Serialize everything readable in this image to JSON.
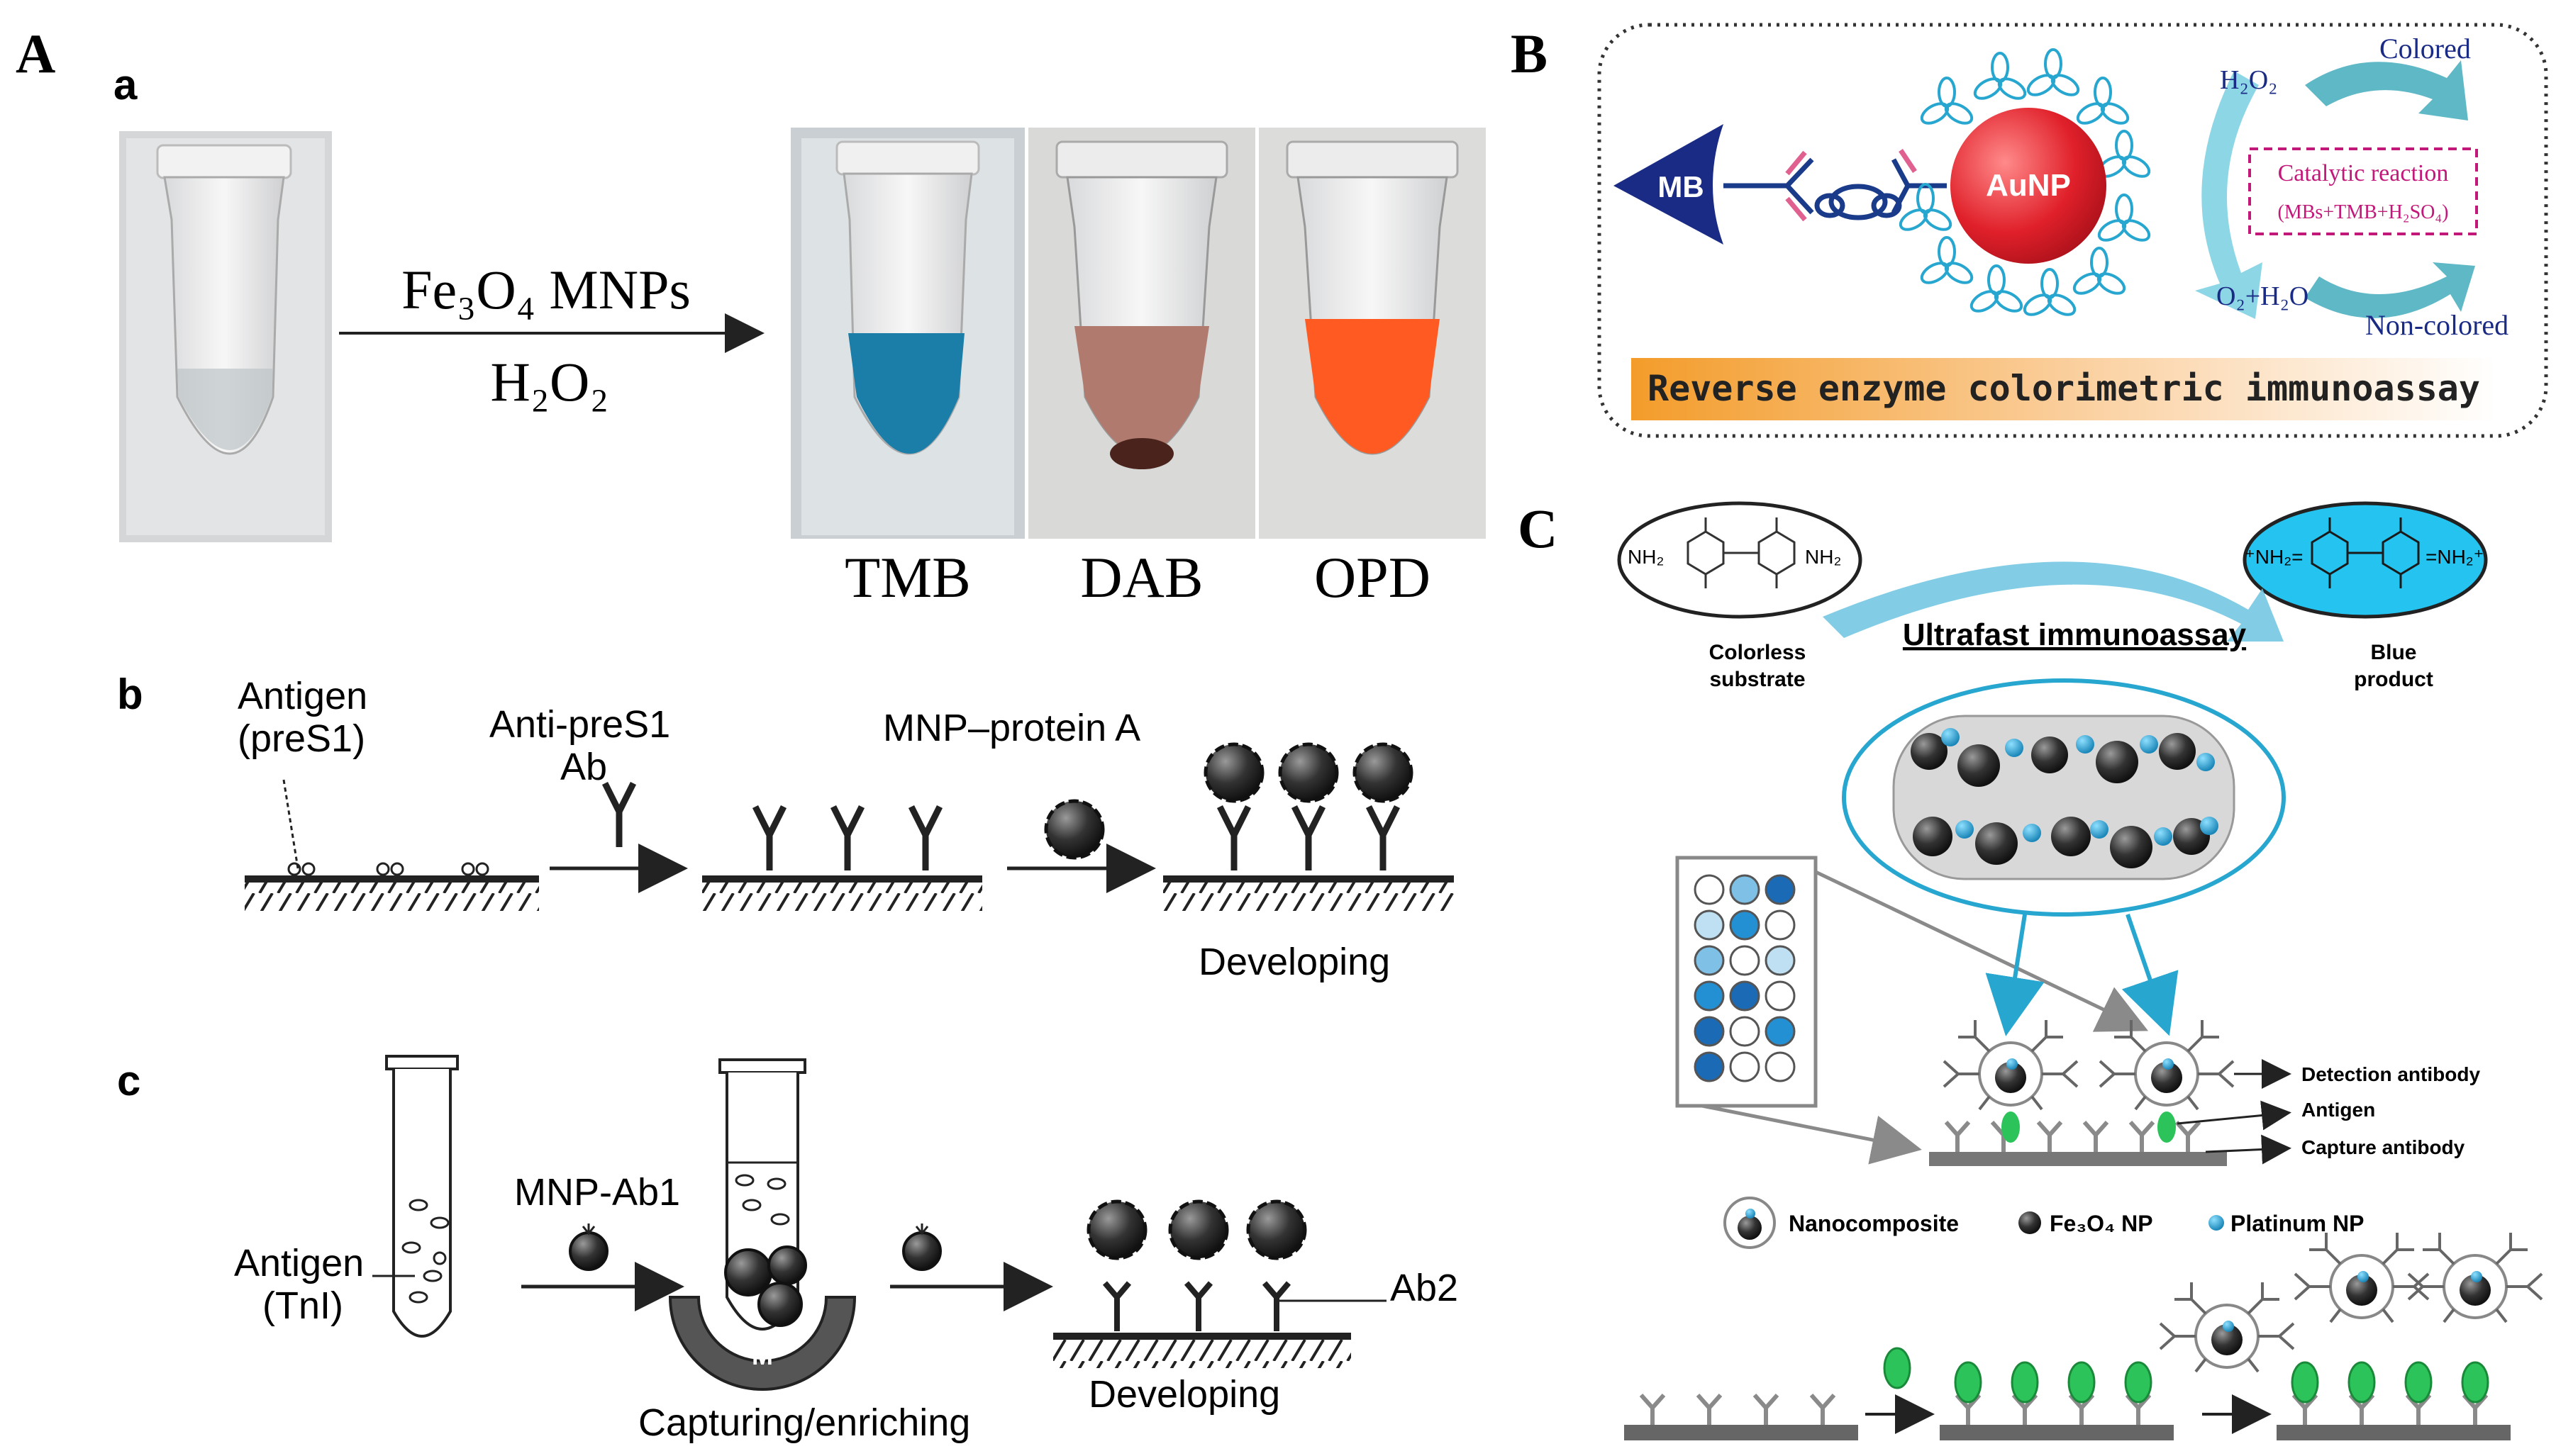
{
  "panels": {
    "A": {
      "letter": "A",
      "a": {
        "letter": "a",
        "reagent_line1": "Fe₃O₄ MNPs",
        "reagent_line2": "H₂O₂",
        "tube_labels": [
          "TMB",
          "DAB",
          "OPD"
        ]
      },
      "b": {
        "letter": "b",
        "antigen": [
          "Antigen",
          "(preS1)"
        ],
        "antibody": [
          "Anti-preS1",
          "Ab"
        ],
        "mnp": "MNP–protein A",
        "developing": "Developing"
      },
      "c": {
        "letter": "c",
        "antigen": [
          "Antigen",
          "(TnI)"
        ],
        "mnp": "MNP-Ab1",
        "magnet": "M",
        "capturing": "Capturing/enriching",
        "developing": "Developing",
        "ab2": "Ab2"
      }
    },
    "B": {
      "letter": "B",
      "mb": "MB",
      "aunp": "AuNP",
      "h2o2": "H₂O₂",
      "o2h2o": "O₂+H₂O",
      "colored": "Colored",
      "noncolored": "Non-colored",
      "catalytic_title": "Catalytic reaction",
      "catalytic_formula": "(MBs+TMB+H₂SO₄)",
      "banner": "Reverse enzyme colorimetric immunoassay"
    },
    "C": {
      "letter": "C",
      "title": "Ultrafast immunoassay",
      "colorless": [
        "Colorless",
        "substrate"
      ],
      "blue": [
        "Blue",
        "product"
      ],
      "nh2_left": "NH₂",
      "nh2_right": "NH₂",
      "nh2_blue_left": "⁺NH₂=",
      "nh2_blue_right": "=NH₂⁺",
      "detection": "Detection antibody",
      "antigen": "Antigen",
      "capture": "Capture antibody",
      "legend": [
        "Nanocomposite",
        "Fe₃O₄ NP",
        "Platinum NP"
      ]
    }
  },
  "colors": {
    "blue_accent": "#27a6cf",
    "tmb_blue": "#1a7ea8",
    "opd_orange": "#ff5a22",
    "dab_brown": "#7a4338",
    "aunp_red": "#e0202a",
    "mb_navy": "#1a2b86",
    "antigen_green": "#2cc35a",
    "banner_orange": "#f6a53b"
  }
}
